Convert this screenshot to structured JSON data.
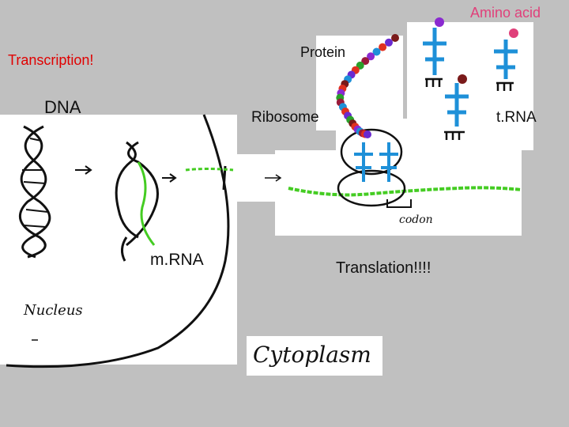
{
  "labels": {
    "amino_acid": "Amino acid",
    "transcription": "Transcription!",
    "protein": "Protein",
    "dna": "DNA",
    "ribosome": "Ribosome",
    "trna": "t.RNA",
    "mrna": "m.RNA",
    "translation": "Translation!!!!",
    "nucleus": "Nucleus",
    "codon": "codon",
    "cytoplasm": "Cytoplasm"
  },
  "colors": {
    "background": "#c0c0c0",
    "amino_acid_label": "#e0407a",
    "transcription_label": "#e00000",
    "trna": "#1e90d8",
    "mrna": "#44cc22",
    "dna": "#111111"
  },
  "protein_beads": [
    "#7a1a1a",
    "#6a2ad0",
    "#e03020",
    "#1e90d8",
    "#8a2ad0",
    "#9a1a3a",
    "#2aa02a",
    "#e03020",
    "#6a2ad0",
    "#1e90d8",
    "#7a1a1a",
    "#e03020",
    "#8a2ad0",
    "#2aa02a",
    "#9a1a3a",
    "#1e90d8",
    "#e03020",
    "#6a2ad0",
    "#2aa02a",
    "#7a1a1a",
    "#e03020",
    "#8a2ad0",
    "#1e90d8",
    "#9a1a3a",
    "#e03020",
    "#6a2ad0"
  ]
}
